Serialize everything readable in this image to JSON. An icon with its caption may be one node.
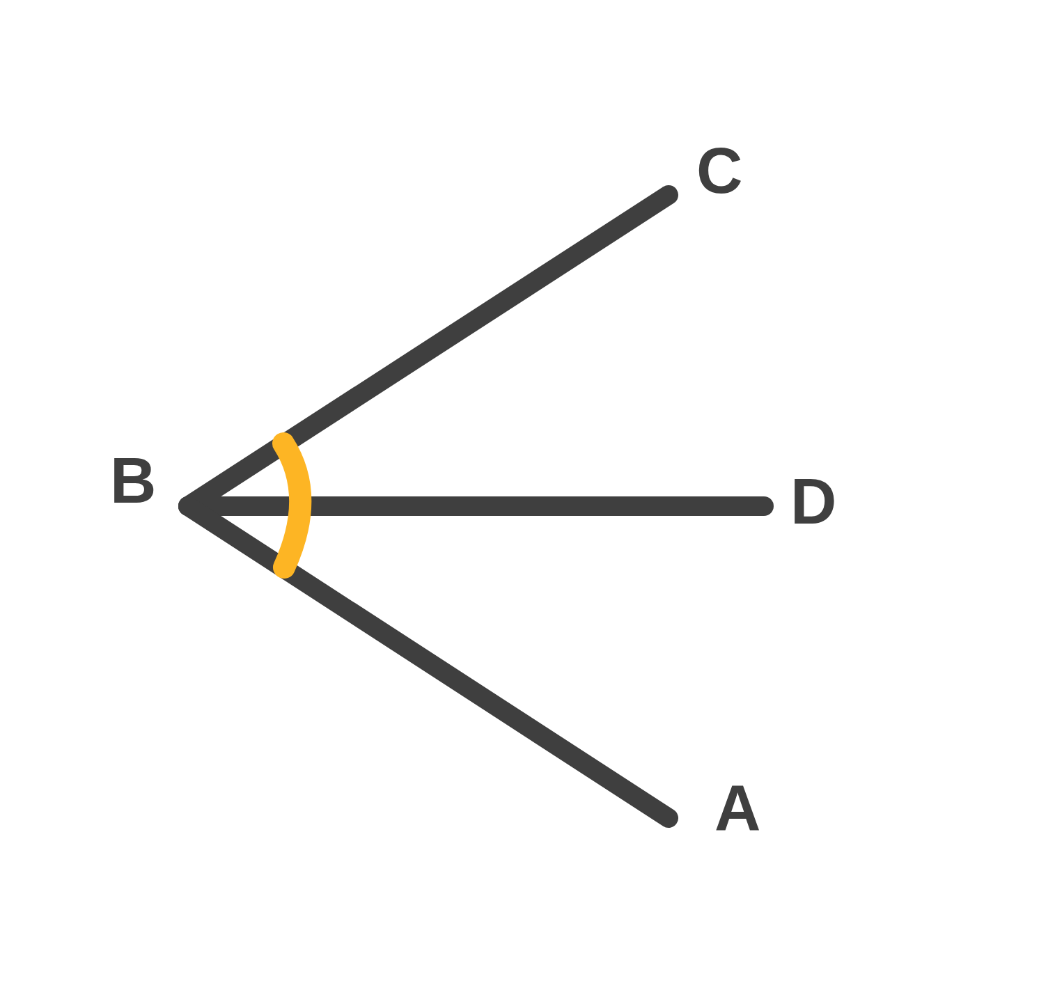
{
  "diagram": {
    "nodes": [
      {
        "text": [
          "C"
        ]
      },
      {
        "text": [
          "B"
        ]
      },
      {
        "text": [
          "D"
        ]
      },
      {
        "text": [
          "A"
        ]
      }
    ],
    "edges": [
      {
        "from": 1,
        "to": 0,
        "arrow": "none"
      },
      {
        "from": 1,
        "to": 2,
        "arrow": "none"
      },
      {
        "from": 1,
        "to": 3,
        "arrow": "none"
      }
    ]
  }
}
